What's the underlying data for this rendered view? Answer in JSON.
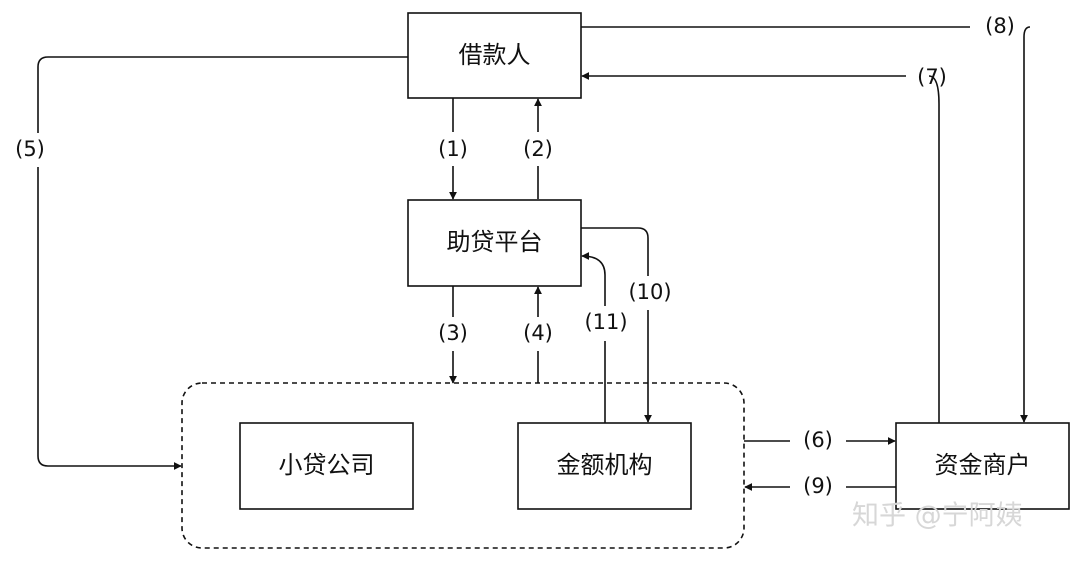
{
  "nodes": {
    "borrower": "借款人",
    "platform": "助贷平台",
    "microloan": "小贷公司",
    "institution": "金额机构",
    "funder": "资金商户"
  },
  "edges": {
    "e1": "(1)",
    "e2": "(2)",
    "e3": "(3)",
    "e4": "(4)",
    "e5": "(5)",
    "e6": "(6)",
    "e7": "(7)",
    "e8": "(8)",
    "e9": "(9)",
    "e10": "(10)",
    "e11": "(11)"
  },
  "watermark": "知乎 @宁阿姨"
}
